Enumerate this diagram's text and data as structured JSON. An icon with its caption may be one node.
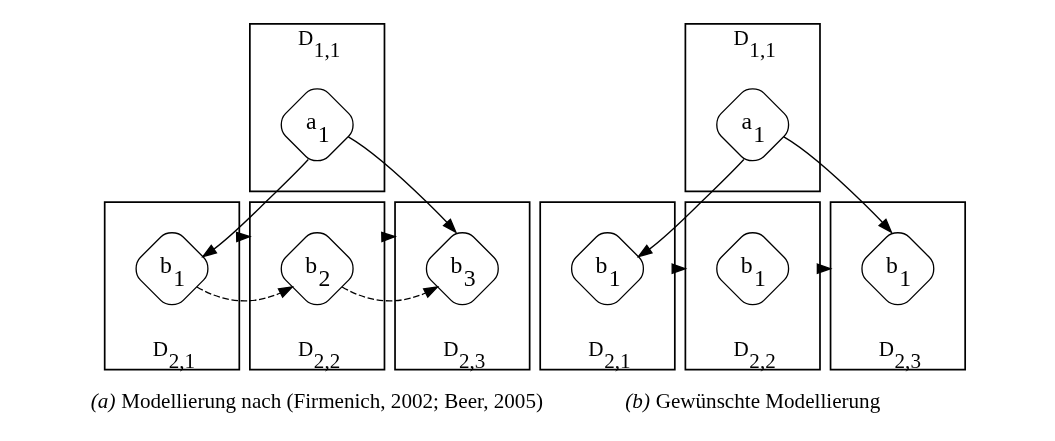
{
  "diagram": {
    "nodes": [
      {
        "text": [
          "D$_{1,1}$"
        ]
      },
      {
        "text": [
          "a$_{1}$"
        ],
        "in": 0
      },
      {
        "text": [
          "D$_{2,1}$"
        ]
      },
      {
        "text": [
          "b$_{1}$"
        ],
        "in": 2
      },
      {
        "text": [
          "D$_{2,2}$"
        ]
      },
      {
        "text": [
          "b$_{2}$"
        ],
        "in": 4
      },
      {
        "text": [
          "D$_{2,3}$"
        ]
      },
      {
        "text": [
          "b$_{3}$"
        ],
        "in": 6
      },
      {
        "text": [
          "D$_{1,1}$"
        ]
      },
      {
        "text": [
          "a$_{1}$"
        ],
        "in": 8
      },
      {
        "text": [
          "D$_{2,1}$"
        ]
      },
      {
        "text": [
          "b$_{1}$"
        ],
        "in": 10
      },
      {
        "text": [
          "D$_{2,2}$"
        ]
      },
      {
        "text": [
          "b$_{1}$"
        ],
        "in": 12
      },
      {
        "text": [
          "D$_{2,3}$"
        ]
      },
      {
        "text": [
          "b$_{1}$"
        ],
        "in": 14
      }
    ],
    "edges": [
      {
        "from": 1,
        "to": 3,
        "arrow": "to"
      },
      {
        "from": 1,
        "to": 7,
        "arrow": "to"
      },
      {
        "from": 3,
        "to": 5,
        "arrow": "to",
        "style": "dashed"
      },
      {
        "from": 5,
        "to": 7,
        "arrow": "to",
        "style": "dashed"
      },
      {
        "from": 2,
        "to": 4,
        "arrow": "to",
        "style": "dashed"
      },
      {
        "from": 4,
        "to": 6,
        "arrow": "to",
        "style": "dashed"
      },
      {
        "from": 9,
        "to": 11,
        "arrow": "to"
      },
      {
        "from": 9,
        "to": 15,
        "arrow": "to"
      },
      {
        "from": 10,
        "to": 12,
        "arrow": "to",
        "style": "dashed"
      },
      {
        "from": 12,
        "to": 14,
        "arrow": "to",
        "style": "dashed"
      }
    ],
    "labels": [
      "*(a)* Modellierung nach (Firmenich, 2002; Beer, 2005)",
      "*(b)* Gewünschte Modellierung"
    ]
  }
}
